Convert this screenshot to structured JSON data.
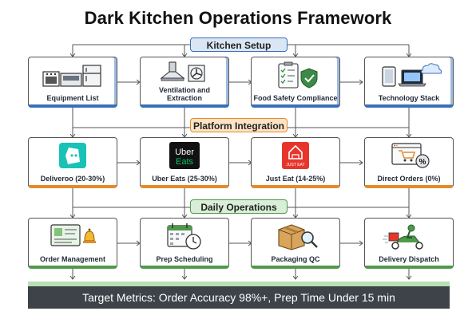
{
  "title": "Dark Kitchen Operations Framework",
  "sections": [
    {
      "label": "Kitchen Setup",
      "color": "#3b6fb6",
      "fill": "#dbe6f5",
      "cards": [
        {
          "label": "Equipment List",
          "icon": "kitchen-appliances-icon"
        },
        {
          "label": "Ventilation and Extraction",
          "icon": "range-hood-fan-icon"
        },
        {
          "label": "Food Safety Compliance",
          "icon": "checklist-shield-icon"
        },
        {
          "label": "Technology Stack",
          "icon": "tablet-laptop-cloud-icon"
        }
      ]
    },
    {
      "label": "Platform Integration",
      "color": "#e38b2c",
      "fill": "#fbe3c6",
      "cards": [
        {
          "label": "Deliveroo (20-30%)",
          "icon": "deliveroo-logo-icon",
          "brand_color": "#19c2b6"
        },
        {
          "label": "Uber Eats (25-30%)",
          "icon": "uber-eats-logo-icon",
          "brand_color": "#111111",
          "logo_text": [
            "Uber",
            "Eats"
          ]
        },
        {
          "label": "Just Eat (14-25%)",
          "icon": "just-eat-logo-icon",
          "brand_color": "#e8352b",
          "logo_text": [
            "JUST EAT"
          ]
        },
        {
          "label": "Direct Orders (0%)",
          "icon": "web-cart-percent-icon"
        }
      ]
    },
    {
      "label": "Daily Operations",
      "color": "#4f9a4a",
      "fill": "#d9eed6",
      "cards": [
        {
          "label": "Order Management",
          "icon": "order-screen-bell-icon"
        },
        {
          "label": "Prep Scheduling",
          "icon": "calendar-clock-icon"
        },
        {
          "label": "Packaging QC",
          "icon": "box-magnifier-icon"
        },
        {
          "label": "Delivery Dispatch",
          "icon": "delivery-scooter-icon"
        }
      ]
    }
  ],
  "metrics": "Target Metrics: Order Accuracy 98%+, Prep Time Under 15 min"
}
